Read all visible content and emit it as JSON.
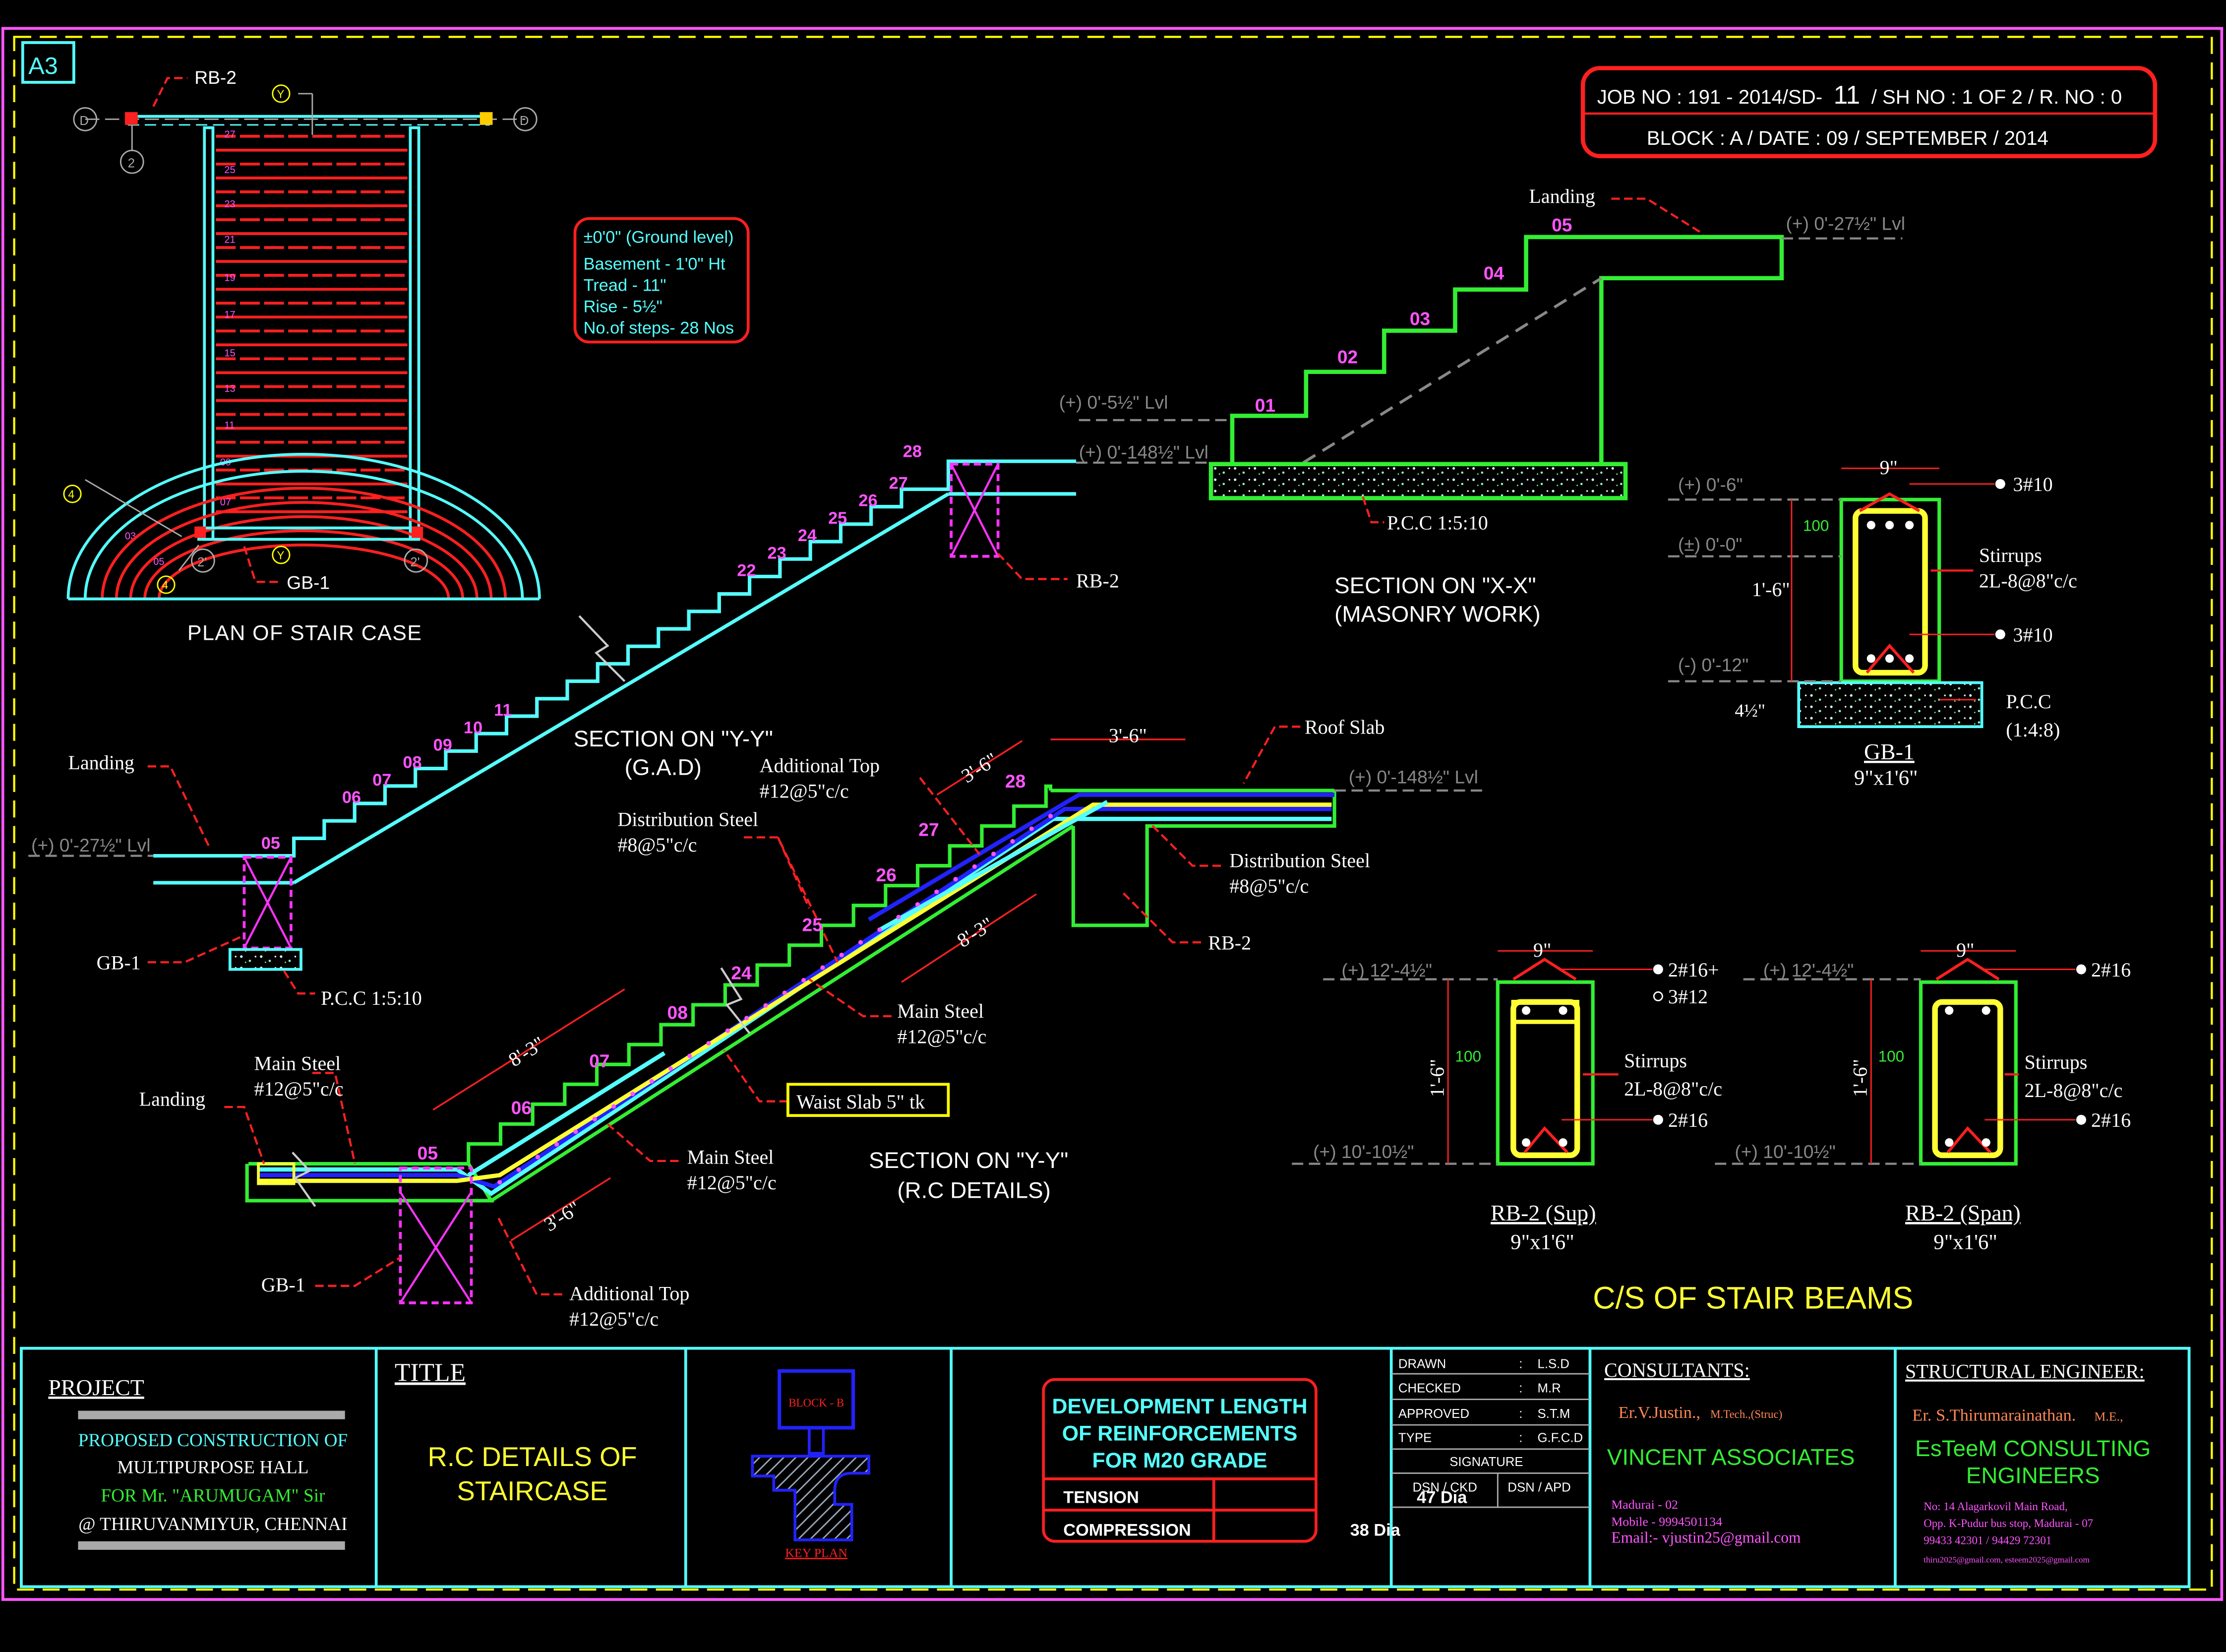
{
  "sheet_size": "A3",
  "job_box": {
    "job_prefix": "JOB NO : 191 - 2014/SD-",
    "sheet_ref": "11",
    "job_suffix": "/ SH NO : 1 OF 2 / R. NO : 0",
    "block_line": "BLOCK : A / DATE : 09 / SEPTEMBER / 2014"
  },
  "plan": {
    "title": "PLAN OF STAIR CASE",
    "rb2_label": "RB-2",
    "gb1_label": "GB-1",
    "grid_d": "D",
    "grid_y": "Y",
    "grid_2": "2",
    "grid_2p": "2'",
    "grid_4": "4",
    "step_numbers": [
      "27",
      "25",
      "23",
      "21",
      "19",
      "17",
      "15",
      "13",
      "11",
      "09",
      "07",
      "03",
      "05"
    ]
  },
  "notes_box": {
    "line1": "±0'0\" (Ground level)",
    "line2": "Basement  - 1'0\" Ht",
    "line3": "Tread         - 11\"",
    "line4": "Rise           - 5½\"",
    "line5": "No.of steps- 28 Nos"
  },
  "section_xx": {
    "landing": "Landing",
    "level_top": "(+) 0'-27½\" Lvl",
    "level_mid": "(+) 0'-5½\" Lvl",
    "level_low": "(+) 0'-148½\" Lvl",
    "steps": [
      "01",
      "02",
      "03",
      "04",
      "05"
    ],
    "pcc": "P.C.C 1:5:10",
    "title1": "SECTION ON \"X-X\"",
    "title2": "(MASONRY WORK)"
  },
  "section_yy_gad": {
    "landing": "Landing",
    "level_left": "(+) 0'-27½\" Lvl",
    "level_right": "(+) 0'-148½\" Lvl",
    "gb1": "GB-1",
    "pcc": "P.C.C 1:5:10",
    "rb2": "RB-2",
    "steps": [
      "05",
      "06",
      "07",
      "08",
      "09",
      "10",
      "11",
      "22",
      "23",
      "24",
      "25",
      "26",
      "27",
      "28"
    ],
    "title1": "SECTION ON \"Y-Y\"",
    "title2": "(G.A.D)"
  },
  "section_yy_rc": {
    "landing": "Landing",
    "main_steel_1a": "Main Steel",
    "main_steel_1b": "#12@5\"c/c",
    "dist_steel_1a": "Distribution Steel",
    "dist_steel_1b": "#8@5\"c/c",
    "add_top_1a": "Additional Top",
    "add_top_1b": "#12@5\"c/c",
    "roof_slab": "Roof Slab",
    "level_right": "(+) 0'-148½\" Lvl",
    "dist_steel_2a": "Distribution Steel",
    "dist_steel_2b": "#8@5\"c/c",
    "rb2": "RB-2",
    "main_steel_2a": "Main Steel",
    "main_steel_2b": "#12@5\"c/c",
    "waist_slab": "Waist Slab 5\" tk",
    "main_steel_3a": "Main Steel",
    "main_steel_3b": "#12@5\"c/c",
    "add_top_2a": "Additional Top",
    "add_top_2b": "#12@5\"c/c",
    "gb1": "GB-1",
    "dim_36": "3'-6\"",
    "dim_83": "8'-3\"",
    "steps": [
      "05",
      "06",
      "07",
      "08",
      "24",
      "25",
      "26",
      "27",
      "28"
    ],
    "title1": "SECTION ON \"Y-Y\"",
    "title2": "(R.C DETAILS)"
  },
  "gb1": {
    "width": "9\"",
    "top_bar": "3#10",
    "bot_bar": "3#10",
    "cover": "100",
    "stirrups1": "Stirrups",
    "stirrups2": "2L-8@8\"c/c",
    "lvl1": "(+) 0'-6\"",
    "lvl2": "(±) 0'-0\"",
    "lvl3": "(-) 0'-12\"",
    "depth": "1'-6\"",
    "pcc_depth": "4½\"",
    "pcc1": "P.C.C",
    "pcc2": "(1:4:8)",
    "name": "GB-1",
    "size": "9\"x1'6\""
  },
  "rb2_sup": {
    "width": "9\"",
    "top_bar1": "2#16+",
    "top_bar2": "3#12",
    "bot_bar": "2#16",
    "cover": "100",
    "stirrups1": "Stirrups",
    "stirrups2": "2L-8@8\"c/c",
    "lvl_top": "(+) 12'-4½\"",
    "lvl_bot": "(+) 10'-10½\"",
    "depth": "1'-6\"",
    "name": "RB-2 (Sup)",
    "size": "9\"x1'6\""
  },
  "rb2_span": {
    "width": "9\"",
    "top_bar": "2#16",
    "bot_bar": "2#16",
    "cover": "100",
    "stirrups1": "Stirrups",
    "stirrups2": "2L-8@8\"c/c",
    "lvl_top": "(+) 12'-4½\"",
    "lvl_bot": "(+) 10'-10½\"",
    "depth": "1'-6\"",
    "name": "RB-2 (Span)",
    "size": "9\"x1'6\""
  },
  "cs_title": "C/S OF STAIR BEAMS",
  "title_block": {
    "project_head": "PROJECT",
    "project1": "PROPOSED CONSTRUCTION OF",
    "project2": "MULTIPURPOSE HALL",
    "project3": "FOR Mr. \"ARUMUGAM\" Sir",
    "project4": "@ THIRUVANMIYUR, CHENNAI",
    "title_head": "TITLE",
    "title1": "R.C DETAILS OF",
    "title2": "STAIRCASE",
    "key_block": "BLOCK - B",
    "key_plan": "KEY PLAN",
    "dev1": "DEVELOPMENT LENGTH",
    "dev2": "OF REINFORCEMENTS",
    "dev3": "FOR M20 GRADE",
    "tension": "TENSION",
    "tension_val": "47 Dia",
    "compression": "COMPRESSION",
    "compression_val": "38 Dia",
    "drawn_l": "DRAWN",
    "drawn_v": "L.S.D",
    "checked_l": "CHECKED",
    "checked_v": "M.R",
    "approved_l": "APPROVED",
    "approved_v": "S.T.M",
    "type_l": "TYPE",
    "type_v": "G.F.C.D",
    "signature": "SIGNATURE",
    "dsn_ckd": "DSN / CKD",
    "dsn_apd": "DSN / APD",
    "colon": ":",
    "consultants_head": "CONSULTANTS:",
    "consultant_name": "Er.V.Justin.,",
    "consultant_qual": "M.Tech.,(Struc)",
    "consultant_firm": "VINCENT ASSOCIATES",
    "consultant_addr1": "Madurai - 02",
    "consultant_addr2": "Mobile - 9994501134",
    "consultant_addr3": "Email:- vjustin25@gmail.com",
    "engineer_head": "STRUCTURAL ENGINEER:",
    "engineer_name": "Er. S.Thirumarainathan.",
    "engineer_qual": "M.E.,",
    "engineer_firm1": "EsTeeM CONSULTING",
    "engineer_firm2": "ENGINEERS",
    "engineer_addr1": "No: 14 Alagarkovil Main Road,",
    "engineer_addr2": "Opp. K-Pudur bus stop, Madurai - 07",
    "engineer_addr3": "99433 42301 / 94429 72301",
    "engineer_addr4": "thiru2025@gmail.com, esteem2025@gmail.com"
  }
}
